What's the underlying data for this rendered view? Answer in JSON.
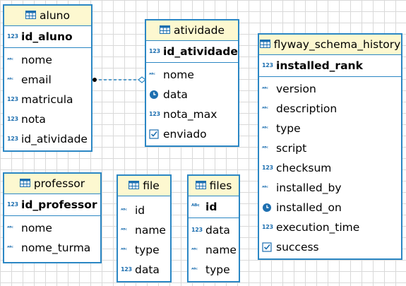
{
  "type_icons": {
    "string": "ᴬᴮᶜ",
    "number": "123",
    "pk_number": "123",
    "pk_string": "ᴬᴮᶜ"
  },
  "tables": {
    "aluno": {
      "title": "aluno",
      "pk": {
        "name": "id_aluno",
        "type": "number"
      },
      "columns": [
        {
          "name": "nome",
          "type": "string"
        },
        {
          "name": "email",
          "type": "string"
        },
        {
          "name": "matricula",
          "type": "number"
        },
        {
          "name": "nota",
          "type": "number"
        },
        {
          "name": "id_atividade",
          "type": "number"
        }
      ]
    },
    "atividade": {
      "title": "atividade",
      "pk": {
        "name": "id_atividade",
        "type": "number"
      },
      "columns": [
        {
          "name": "nome",
          "type": "string"
        },
        {
          "name": "data",
          "type": "date"
        },
        {
          "name": "nota_max",
          "type": "number"
        },
        {
          "name": "enviado",
          "type": "boolean"
        }
      ]
    },
    "flyway_schema_history": {
      "title": "flyway_schema_history",
      "pk": {
        "name": "installed_rank",
        "type": "number"
      },
      "columns": [
        {
          "name": "version",
          "type": "string"
        },
        {
          "name": "description",
          "type": "string"
        },
        {
          "name": "type",
          "type": "string"
        },
        {
          "name": "script",
          "type": "string"
        },
        {
          "name": "checksum",
          "type": "number"
        },
        {
          "name": "installed_by",
          "type": "string"
        },
        {
          "name": "installed_on",
          "type": "date"
        },
        {
          "name": "execution_time",
          "type": "number"
        },
        {
          "name": "success",
          "type": "boolean"
        }
      ]
    },
    "professor": {
      "title": "professor",
      "pk": {
        "name": "id_professor",
        "type": "number"
      },
      "columns": [
        {
          "name": "nome",
          "type": "string"
        },
        {
          "name": "nome_turma",
          "type": "string"
        }
      ]
    },
    "file": {
      "title": "file",
      "pk": null,
      "columns": [
        {
          "name": "id",
          "type": "string"
        },
        {
          "name": "name",
          "type": "string"
        },
        {
          "name": "type",
          "type": "string"
        },
        {
          "name": "data",
          "type": "number"
        }
      ]
    },
    "files": {
      "title": "files",
      "pk": {
        "name": "id",
        "type": "string"
      },
      "columns": [
        {
          "name": "data",
          "type": "number"
        },
        {
          "name": "name",
          "type": "string"
        },
        {
          "name": "type",
          "type": "string"
        }
      ]
    }
  },
  "relations": [
    {
      "from": "aluno.id_atividade",
      "to": "atividade.id_atividade"
    }
  ],
  "colors": {
    "border": "#2b87c4",
    "header_bg": "#fdf8d0",
    "icon": "#1d6fb0",
    "grid": "#d9d9d9"
  }
}
